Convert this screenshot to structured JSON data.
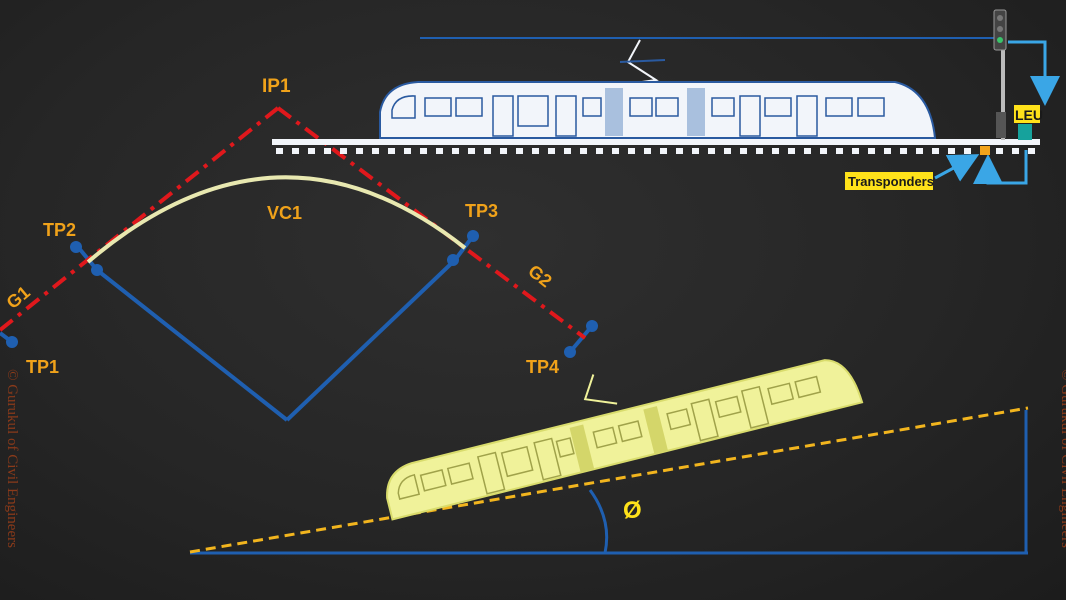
{
  "labels": {
    "ip1": "IP1",
    "tp1": "TP1",
    "tp2": "TP2",
    "tp3": "TP3",
    "tp4": "TP4",
    "vc1": "VC1",
    "g1": "G1",
    "g2": "G2",
    "leu": "LEU",
    "transponders": "Transponders",
    "phi": "Ø"
  },
  "watermark": "© Gurukul of Civil Engineers",
  "colors": {
    "board": "#262626",
    "label_orange": "#f0a21a",
    "tangent_red": "#e0181c",
    "radius_blue": "#1f5fb0",
    "curve_cream": "#e8e8b0",
    "slope_yellow": "#f2b51e",
    "train_white": "#f2f5fa",
    "train_yellow": "#f0f29a",
    "highlight_yellow": "#ffe21a",
    "arrow_blue": "#3aa6e6",
    "leu_box": "#16a29c"
  },
  "icons": [
    "tram-icon",
    "traffic-signal-icon",
    "transponder-icon",
    "angle-arc-icon"
  ]
}
